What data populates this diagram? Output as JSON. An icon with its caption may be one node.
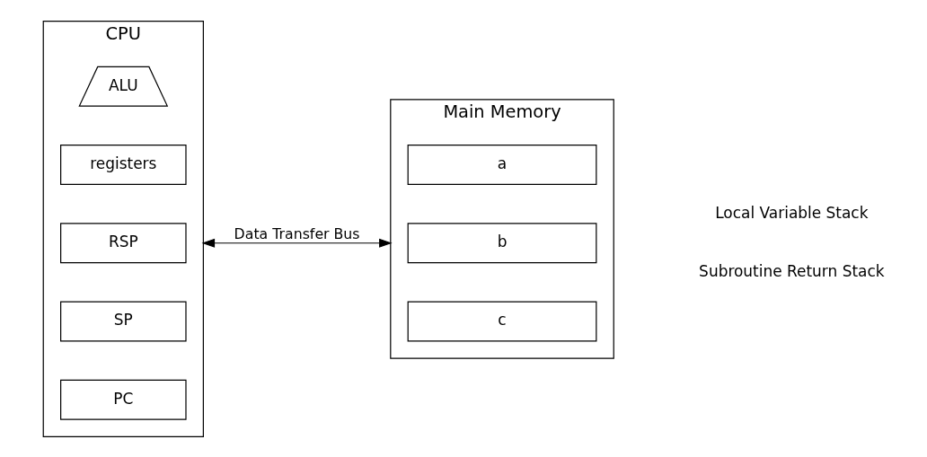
{
  "diagram": {
    "nodes": [
      {
        "text": [
          "CPU"
        ]
      },
      {
        "text": [
          "ALU"
        ],
        "in": 0
      },
      {
        "text": [
          "registers"
        ],
        "in": 0
      },
      {
        "text": [
          "RSP"
        ],
        "in": 0
      },
      {
        "text": [
          "SP"
        ],
        "in": 0
      },
      {
        "text": [
          "PC"
        ],
        "in": 0
      },
      {
        "text": [
          "Main Memory"
        ]
      },
      {
        "text": [
          "a"
        ],
        "in": 6
      },
      {
        "text": [
          "b"
        ],
        "in": 6
      },
      {
        "text": [
          "c"
        ],
        "in": 6
      }
    ],
    "edges": [
      {
        "from": 0,
        "to": 6,
        "arrow": "both",
        "label": "Data Transfer Bus"
      }
    ],
    "labels": [
      "Local Variable Stack",
      "Subroutine Return Stack"
    ]
  }
}
